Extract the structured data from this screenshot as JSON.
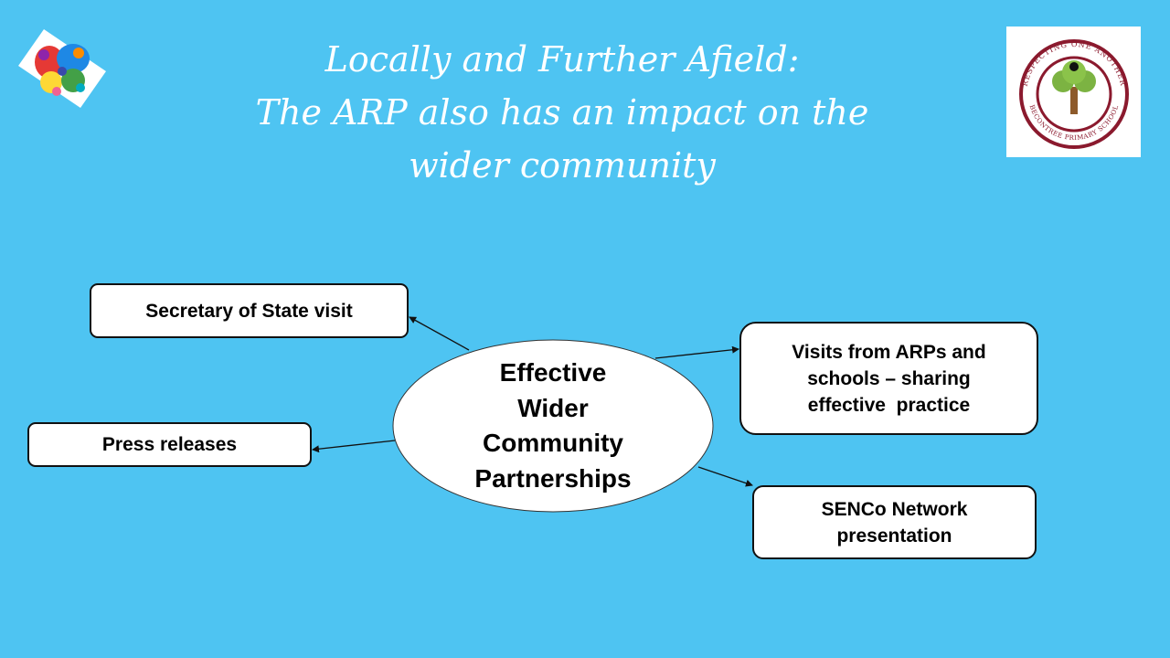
{
  "title": {
    "line1": "Locally and Further Afield:",
    "line2": "The ARP also has an impact on the",
    "line3": "wider community"
  },
  "logos": {
    "left": "puzzle-butterfly-logo",
    "right": {
      "icon": "school-crest-tree-logo",
      "ring_text_top": "RESPECTING ONE ANOTHER",
      "ring_text_bottom": "BECONTREE PRIMARY SCHOOL"
    }
  },
  "diagram": {
    "center": [
      "Effective",
      "Wider",
      "Community",
      "Partnerships"
    ],
    "nodes": {
      "secretary_visit": "Secretary of State visit",
      "press_releases": "Press releases",
      "visits_arps": [
        "Visits from ARPs and",
        "schools – sharing",
        "effective  practice"
      ],
      "senco": [
        "SENCo Network",
        "presentation"
      ]
    }
  },
  "colors": {
    "background": "#4ec4f2",
    "box_fill": "#ffffff",
    "box_border": "#111111",
    "title_text": "#ffffff"
  }
}
